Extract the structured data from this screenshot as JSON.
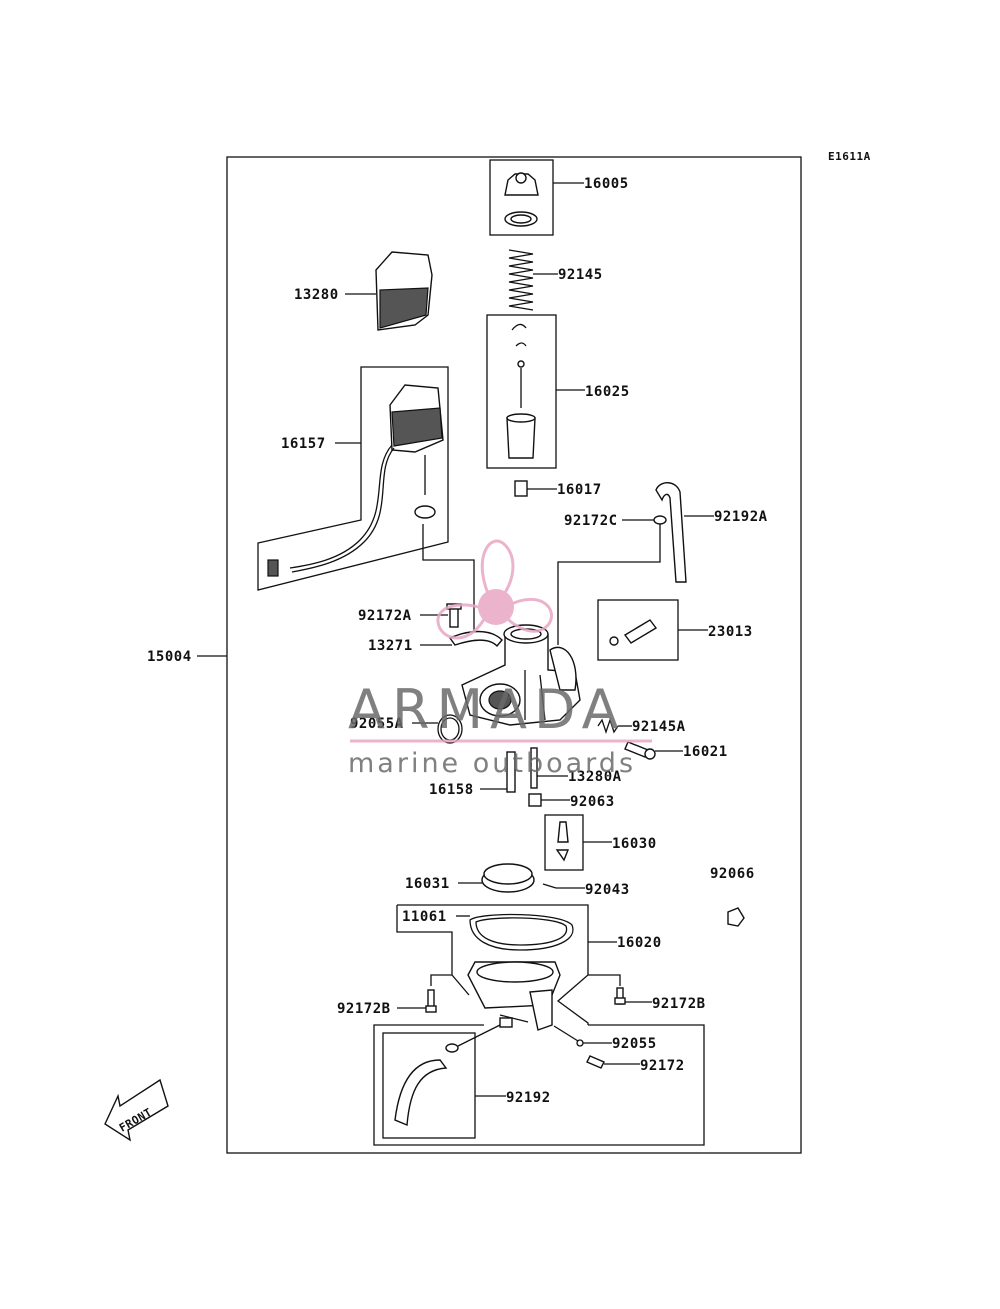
{
  "diagram_code": "E1611A",
  "front_label": "FRONT",
  "watermark": {
    "brand": "ARMADA",
    "tagline": "marine outboards",
    "accent": "#e8a6c4",
    "text_color": "#6a6a6a"
  },
  "parts": {
    "p16005": "16005",
    "p92145": "92145",
    "p13280": "13280",
    "p16025": "16025",
    "p16157": "16157",
    "p16017": "16017",
    "p92172C": "92172C",
    "p92192A": "92192A",
    "p92172A": "92172A",
    "p23013": "23013",
    "p13271": "13271",
    "p15004": "15004",
    "p92055A": "92055A",
    "p92145A": "92145A",
    "p16021": "16021",
    "p13280A": "13280A",
    "p16158": "16158",
    "p92063": "92063",
    "p16030": "16030",
    "p92066": "92066",
    "p16031": "16031",
    "p92043": "92043",
    "p11061": "11061",
    "p16020": "16020",
    "p92172B_left": "92172B",
    "p92172B_right": "92172B",
    "p92055": "92055",
    "p92172": "92172",
    "p92192": "92192"
  }
}
